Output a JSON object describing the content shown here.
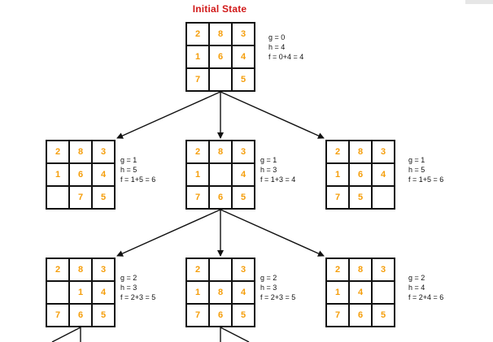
{
  "title": "Initial State",
  "colors": {
    "title": "#d11a1a",
    "tile": "#f59e0b",
    "line": "#111111"
  },
  "nodes": [
    {
      "id": "root",
      "board": [
        "2",
        "8",
        "3",
        "1",
        "6",
        "4",
        "7",
        "",
        "5"
      ],
      "g": "g = 0",
      "h": "h = 4",
      "f": "f = 0+4 = 4"
    },
    {
      "id": "l1-left",
      "board": [
        "2",
        "8",
        "3",
        "1",
        "6",
        "4",
        "",
        "7",
        "5"
      ],
      "g": "g = 1",
      "h": "h = 5",
      "f": "f = 1+5 = 6"
    },
    {
      "id": "l1-mid",
      "board": [
        "2",
        "8",
        "3",
        "1",
        "",
        "4",
        "7",
        "6",
        "5"
      ],
      "g": "g = 1",
      "h": "h = 3",
      "f": "f = 1+3 = 4"
    },
    {
      "id": "l1-right",
      "board": [
        "2",
        "8",
        "3",
        "1",
        "6",
        "4",
        "7",
        "5",
        ""
      ],
      "g": "g = 1",
      "h": "h = 5",
      "f": "f = 1+5 = 6"
    },
    {
      "id": "l2-left",
      "board": [
        "2",
        "8",
        "3",
        "",
        "1",
        "4",
        "7",
        "6",
        "5"
      ],
      "g": "g = 2",
      "h": "h = 3",
      "f": "f = 2+3 = 5"
    },
    {
      "id": "l2-mid",
      "board": [
        "2",
        "",
        "3",
        "1",
        "8",
        "4",
        "7",
        "6",
        "5"
      ],
      "g": "g = 2",
      "h": "h = 3",
      "f": "f = 2+3 = 5"
    },
    {
      "id": "l2-right",
      "board": [
        "2",
        "8",
        "3",
        "1",
        "4",
        "",
        "7",
        "6",
        "5"
      ],
      "g": "g = 2",
      "h": "h = 4",
      "f": "f = 2+4 = 6"
    }
  ],
  "edges": [
    [
      "root",
      "l1-left"
    ],
    [
      "root",
      "l1-mid"
    ],
    [
      "root",
      "l1-right"
    ],
    [
      "l1-mid",
      "l2-left"
    ],
    [
      "l1-mid",
      "l2-mid"
    ],
    [
      "l1-mid",
      "l2-right"
    ]
  ]
}
